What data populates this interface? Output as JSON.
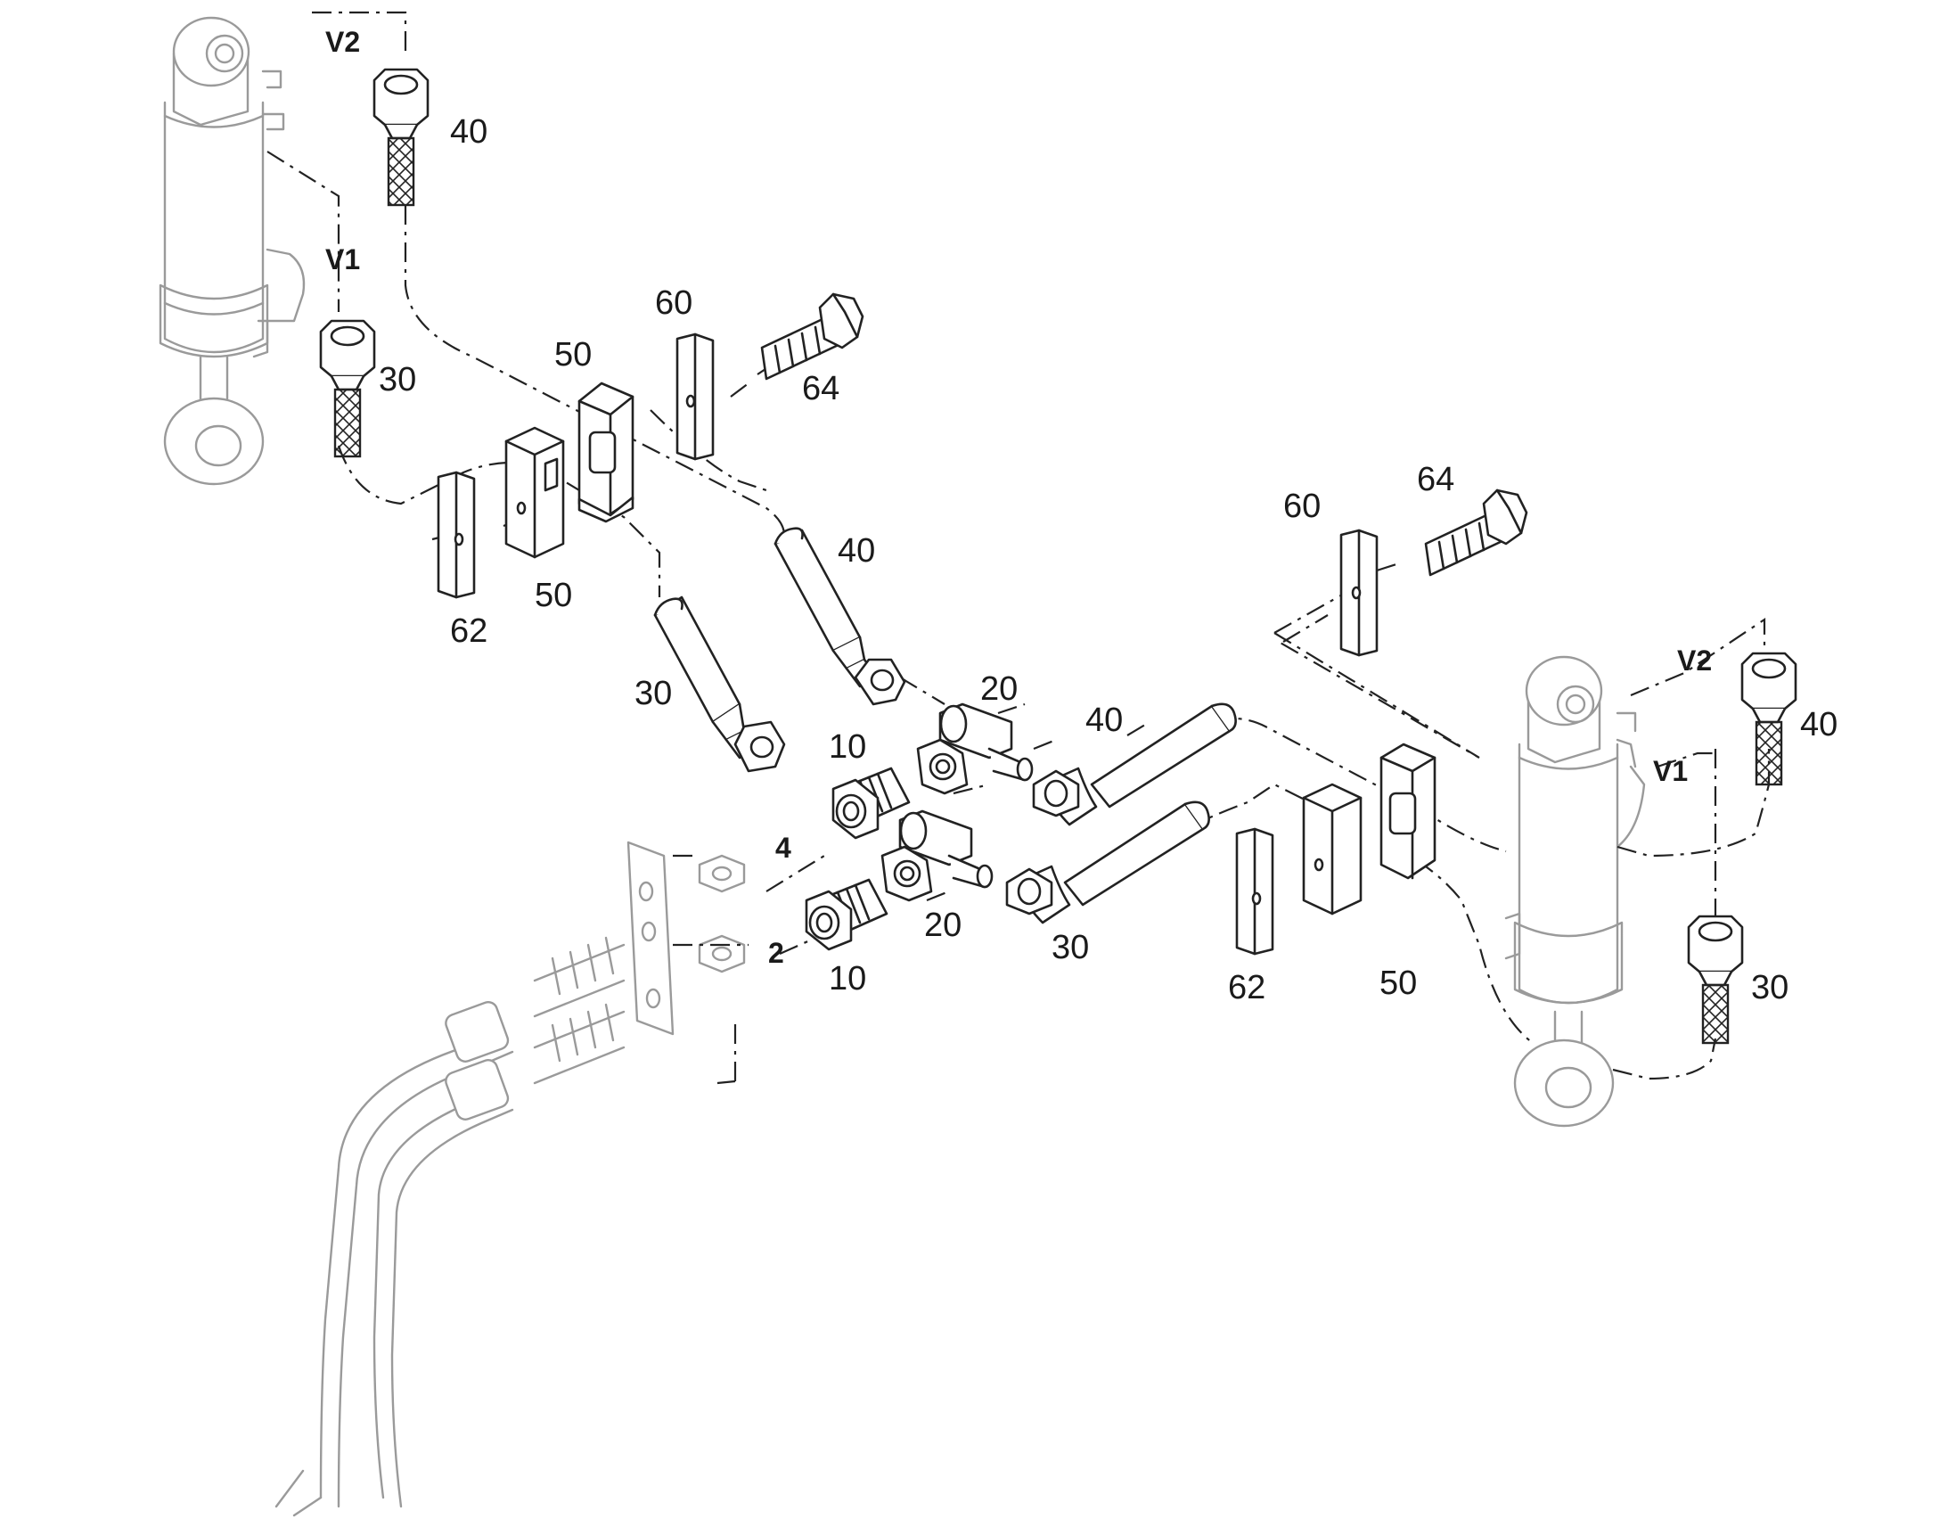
{
  "callouts": {
    "lt_v2": "V2",
    "lt_v1": "V1",
    "hose40_top": "40",
    "hose30_top": "30",
    "clamp50_top": "50",
    "plate60_top": "60",
    "bolt64_top": "64",
    "clamp50_mid": "50",
    "plate62_left": "62",
    "hose30_mid": "30",
    "hose40_mid": "40",
    "plate60_right": "60",
    "bolt64_right": "64",
    "tee20_upper": "20",
    "hose40_center": "40",
    "rt_v2": "V2",
    "rt_v1": "V1",
    "hose40_right": "40",
    "fitting10_upper": "10",
    "port4": "4",
    "port2": "2",
    "fitting10_lower": "10",
    "tee20_lower": "20",
    "hose30_center": "30",
    "plate62_right": "62",
    "clamp50_right": "50",
    "hose30_right": "30"
  }
}
